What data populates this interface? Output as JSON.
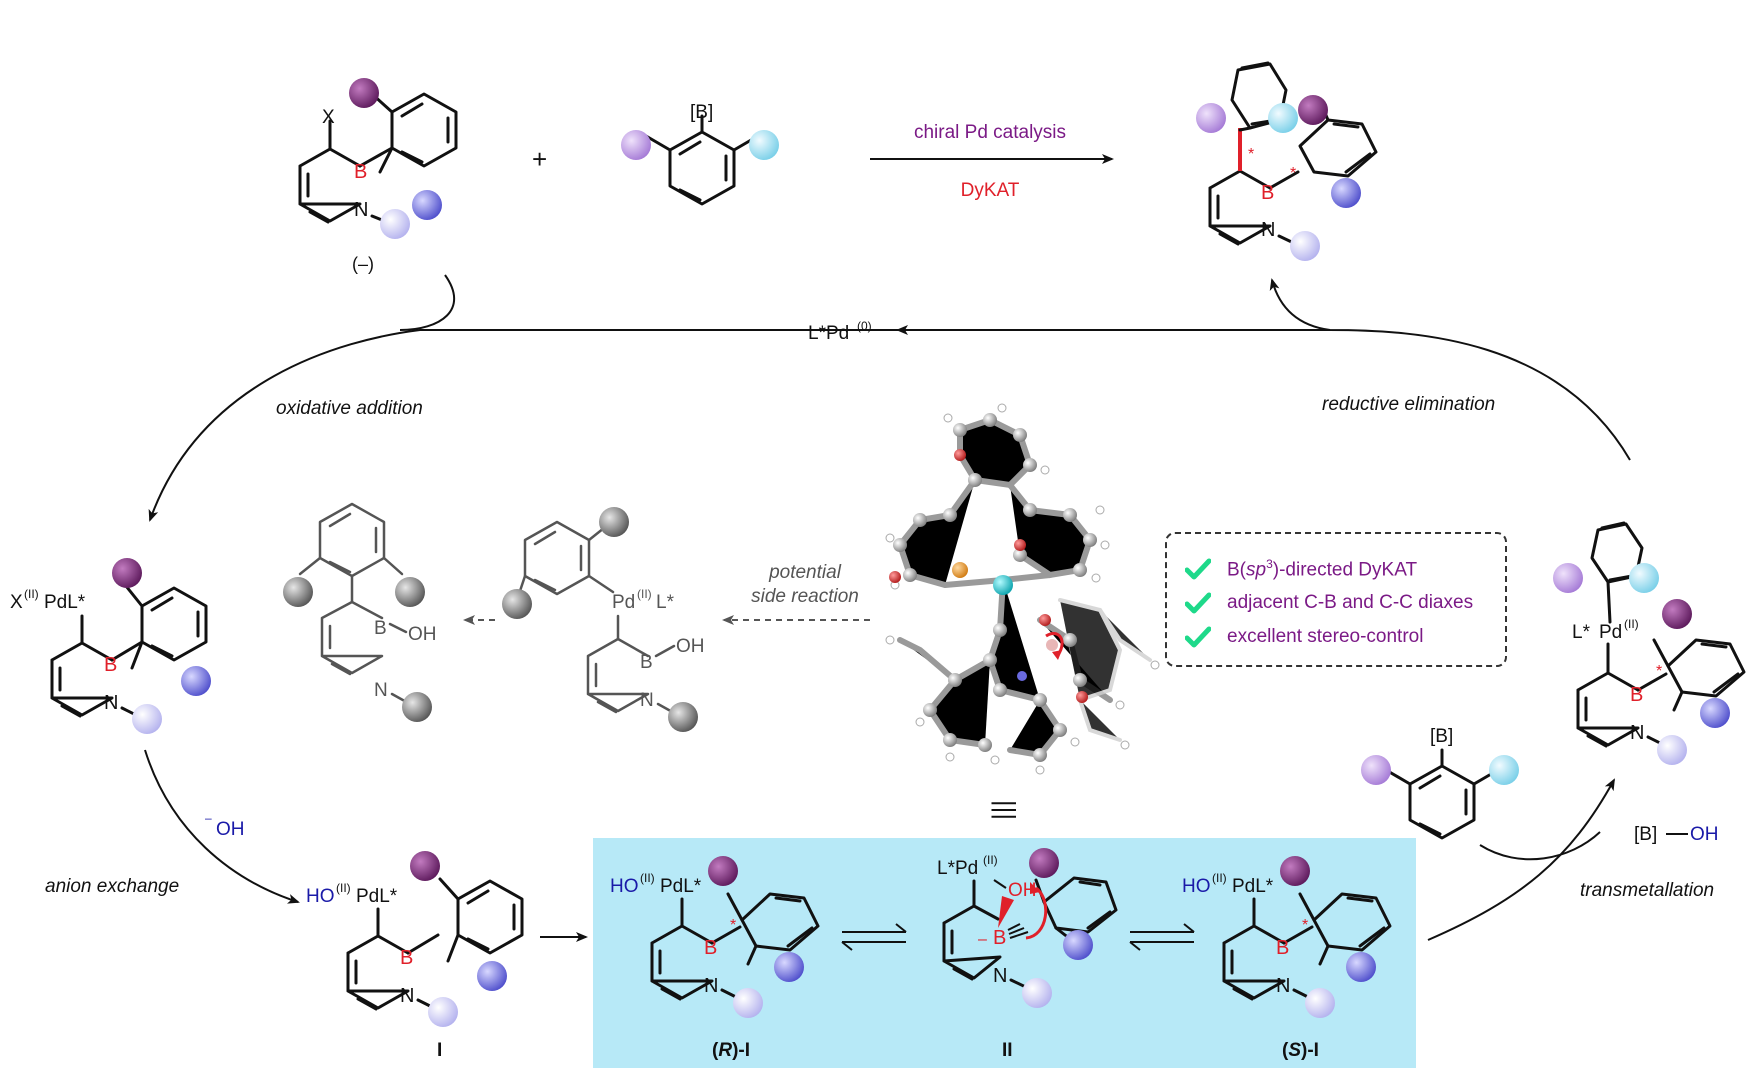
{
  "colors": {
    "purple_dark": "#7a2a78",
    "purple_light": "#b892e0",
    "cyan": "#9fe0f3",
    "blue": "#7c7ce6",
    "lavender": "#c9c7f5",
    "gray_ball": "#888888",
    "boron_red": "#e0202a",
    "reagent_purple": "#7b1a86",
    "hydroxide_blue": "#1a1aa8",
    "check_green": "#1ed98a",
    "highlight_bg": "#b7e9f7"
  },
  "reaction": {
    "x_label": "X",
    "b_label": "B",
    "n_label": "N",
    "racemic": "(–)",
    "plus": "+",
    "boron_reagent": "[B]",
    "arrow_top": "chiral Pd catalysis",
    "arrow_bottom": "DyKAT",
    "star": "*"
  },
  "cycle": {
    "catalyst_main": "L*Pd",
    "catalyst_sup": "(0)",
    "oxidative_addition": "oxidative addition",
    "reductive_elimination": "reductive elimination",
    "anion_exchange": "anion exchange",
    "transmetallation": "transmetallation",
    "hydroxide_sup": "–",
    "hydroxide": "OH",
    "potential": "potential",
    "side_reaction": "side reaction",
    "b_oh_left": "[B]",
    "b_oh_right": "OH",
    "equiv": "|||"
  },
  "intermediates": {
    "xpd_pre": "X",
    "xpd_sup": "(II)",
    "xpd_post": "PdL*",
    "hopd_pre": "HO",
    "hopd_sup": "(II)",
    "hopd_post": "PdL*",
    "lpd_pre": "L*Pd",
    "lpd_sup": "(II)",
    "lstar": "L*",
    "pd": "Pd",
    "pd_sup": "(II)",
    "side_pd": "Pd",
    "side_sup": "(II)",
    "side_l": "L*",
    "boh_b": "B",
    "boh_oh": "OH",
    "oh": "OH",
    "minus": "–",
    "label_I": "I",
    "label_R_open": "(",
    "label_R": "R",
    "label_R_close": ")-I",
    "label_II": "II",
    "label_S_open": "(",
    "label_S": "S",
    "label_S_close": ")-I"
  },
  "legend": {
    "items": [
      {
        "pre": "B(",
        "em": "sp",
        "sup": "3",
        "post": ")-directed DyKAT"
      },
      {
        "pre": "adjacent C-B and C-C diaxes",
        "em": "",
        "sup": "",
        "post": ""
      },
      {
        "pre": "excellent stereo-control",
        "em": "",
        "sup": "",
        "post": ""
      }
    ]
  }
}
